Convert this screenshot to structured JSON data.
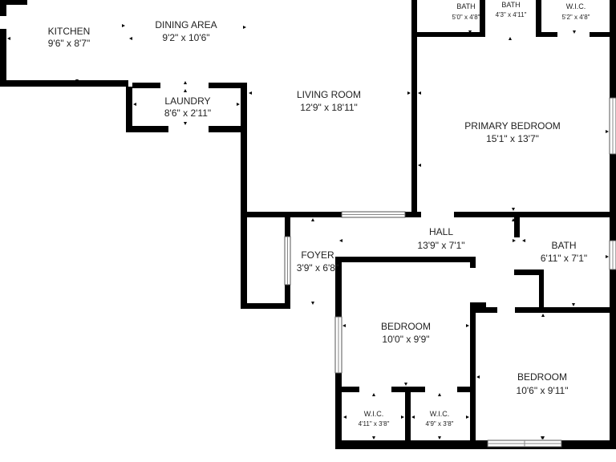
{
  "rooms": {
    "kitchen": {
      "name": "KITCHEN",
      "dims": "9'6\" x 8'7\""
    },
    "dining_area": {
      "name": "DINING AREA",
      "dims": "9'2\" x 10'6\""
    },
    "laundry": {
      "name": "LAUNDRY",
      "dims": "8'6\" x 2'11\""
    },
    "living_room": {
      "name": "LIVING ROOM",
      "dims": "12'9\" x 18'11\""
    },
    "bath_1": {
      "name": "BATH",
      "dims": "5'0\" x 4'8\""
    },
    "bath_2": {
      "name": "BATH",
      "dims": "4'3\" x 4'11\""
    },
    "wic_1": {
      "name": "W.I.C.",
      "dims": "5'2\" x 4'8\""
    },
    "primary_bedroom": {
      "name": "PRIMARY BEDROOM",
      "dims": "15'1\" x 13'7\""
    },
    "hall": {
      "name": "HALL",
      "dims": "13'9\" x 7'1\""
    },
    "foyer": {
      "name": "FOYER",
      "dims": "3'9\" x 6'8\""
    },
    "bath_3": {
      "name": "BATH",
      "dims": "6'11\" x 7'1\""
    },
    "bedroom_1": {
      "name": "BEDROOM",
      "dims": "10'0\" x 9'9\""
    },
    "bedroom_2": {
      "name": "BEDROOM",
      "dims": "10'6\" x 9'11\""
    },
    "wic_2": {
      "name": "W.I.C.",
      "dims": "4'11\" x 3'8\""
    },
    "wic_3": {
      "name": "W.I.C.",
      "dims": "4'9\" x 3'8\""
    }
  }
}
